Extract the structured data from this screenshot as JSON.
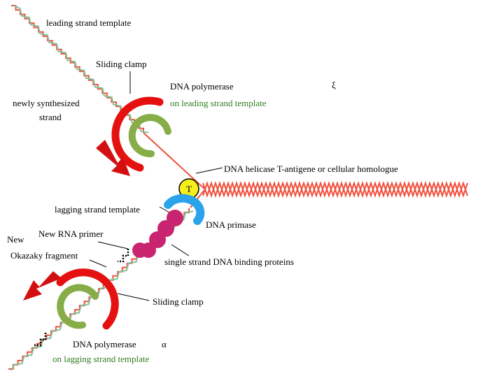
{
  "colors": {
    "red_strand": "#f0503c",
    "green_strand": "#7fc39a",
    "clamp_red": "#e51010",
    "polymerase_green": "#86ad47",
    "primase_blue": "#2aa3ea",
    "ssb_magenta": "#c8246f",
    "helicase_yellow": "#f5ee1a",
    "arrow_red": "#d40f0f",
    "green_text": "#2f7d1f"
  },
  "labels": {
    "leading_template": "leading strand template",
    "sliding_clamp_top": "Sliding clamp",
    "dna_pol_top": "DNA polymerase",
    "xi_symbol": "ξ",
    "on_leading": "on leading strand template",
    "newly_synth_1": "newly synthesized",
    "newly_synth_box": "",
    "newly_synth_2": "strand",
    "helicase": "DNA helicase T-antigene or cellular  homologue",
    "helicase_letter": "T",
    "lagging_template": "lagging strand template",
    "dna_primase": "DNA primase",
    "new_rna_primer": "New RNA primer",
    "new": "New",
    "okazaki": "Okazaky fragment",
    "ssb": "single strand DNA binding proteins",
    "sliding_clamp_bottom": "Sliding clamp",
    "dna_pol_bottom": "DNA polymerase",
    "alpha_symbol": "α",
    "on_lagging": "on lagging strand template"
  }
}
